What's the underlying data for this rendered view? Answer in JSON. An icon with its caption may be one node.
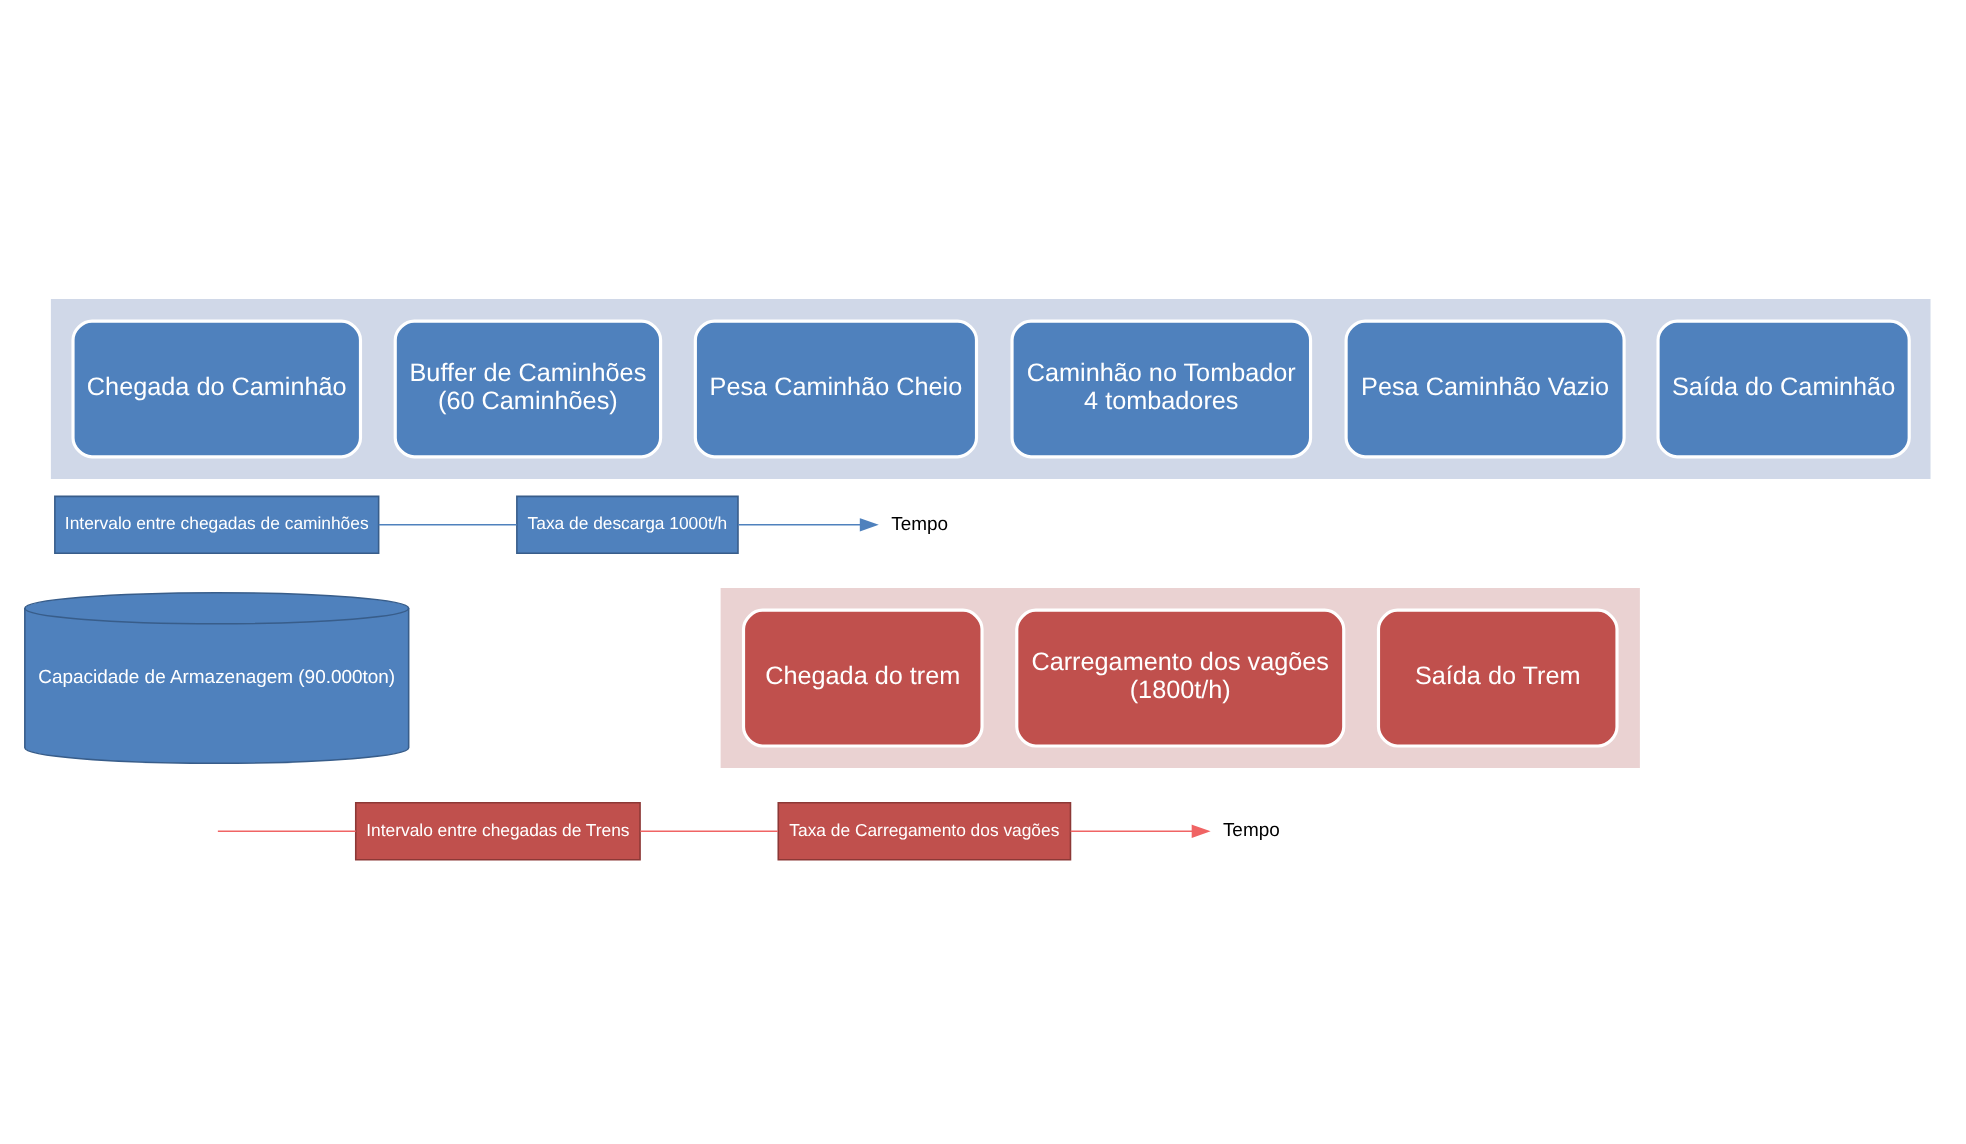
{
  "diagram": {
    "nodes": [
      {
        "text": [],
        "shape": "arrow"
      },
      {
        "text": [
          "Chegada do Caminhão"
        ],
        "in": 0
      },
      {
        "text": [
          "Buffer de Caminhões",
          "(60 Caminhões)"
        ],
        "in": 0
      },
      {
        "text": [
          "Pesa Caminhão Cheio"
        ],
        "in": 0
      },
      {
        "text": [
          "Caminhão no Tombador",
          "4 tombadores"
        ],
        "in": 0
      },
      {
        "text": [
          "Pesa Caminhão Vazio"
        ],
        "in": 0
      },
      {
        "text": [
          "Saída do Caminhão"
        ],
        "in": 0
      },
      {
        "text": [
          "Intervalo entre chegadas de caminhões"
        ]
      },
      {
        "text": [
          "Taxa de descarga 1000t/h"
        ]
      },
      {
        "text": [
          "Tempo"
        ]
      },
      {
        "text": [
          "Capacidade de Armazenagem (90.000ton)"
        ]
      },
      {
        "text": [],
        "shape": "arrow"
      },
      {
        "text": [
          "Chegada do trem"
        ],
        "in": 11
      },
      {
        "text": [
          "Carregamento dos vagões",
          "(1800t/h)"
        ],
        "in": 11
      },
      {
        "text": [
          "Saída do Trem"
        ],
        "in": 11
      },
      {
        "text": [
          "Intervalo entre chegadas de Trens"
        ]
      },
      {
        "text": [
          "Taxa de Carregamento dos vagões"
        ]
      },
      {
        "text": [
          "Tempo"
        ]
      }
    ],
    "edges": [
      {
        "from": 7,
        "to": 8,
        "arrow": "none",
        "color": "#4f81bd"
      },
      {
        "from": 8,
        "to": 9,
        "arrow": "to",
        "color": "#4f81bd"
      },
      {
        "from": null,
        "to": 15,
        "arrow": "none",
        "color": "#f06464"
      },
      {
        "from": 15,
        "to": 16,
        "arrow": "none",
        "color": "#f06464"
      },
      {
        "from": 16,
        "to": 17,
        "arrow": "to",
        "color": "#f06464"
      }
    ]
  }
}
